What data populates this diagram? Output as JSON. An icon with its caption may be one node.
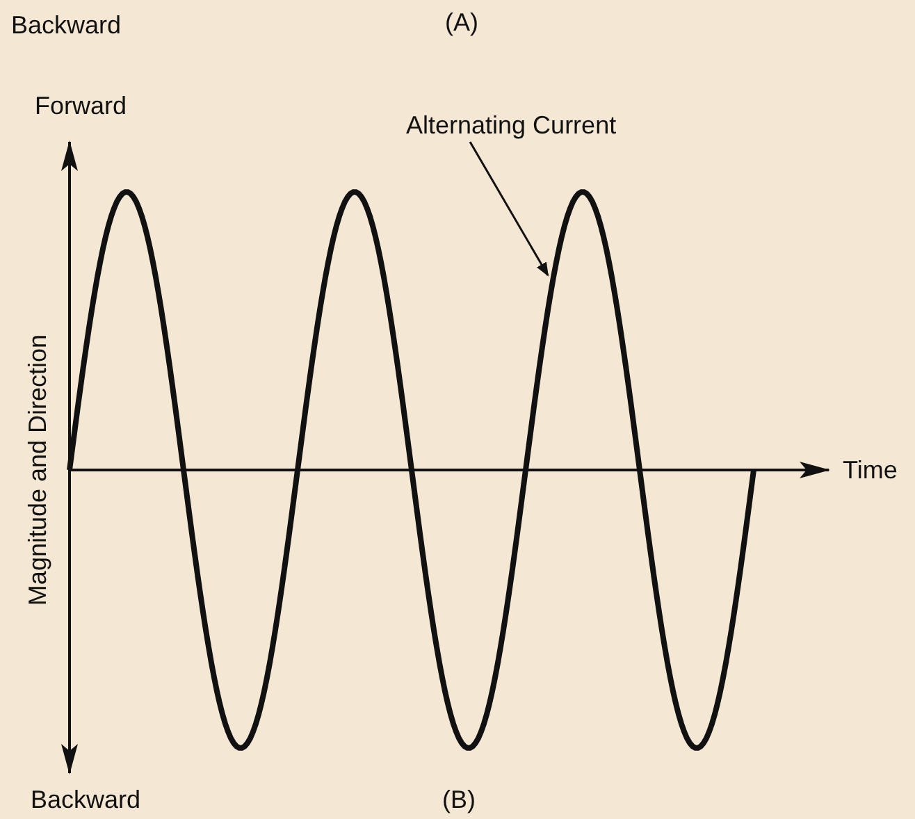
{
  "diagram": {
    "nodes": [
      {
        "text": [
          "Alternating Current"
        ]
      },
      {
        "text": [],
        "shape": "curve"
      }
    ],
    "edges": [
      {
        "from": 0,
        "to": 1,
        "arrow": "to"
      }
    ],
    "labels": [
      "Backward",
      "(A)",
      "Forward",
      "Magnitude and Direction",
      "Time",
      "Backward",
      "(B)"
    ]
  }
}
